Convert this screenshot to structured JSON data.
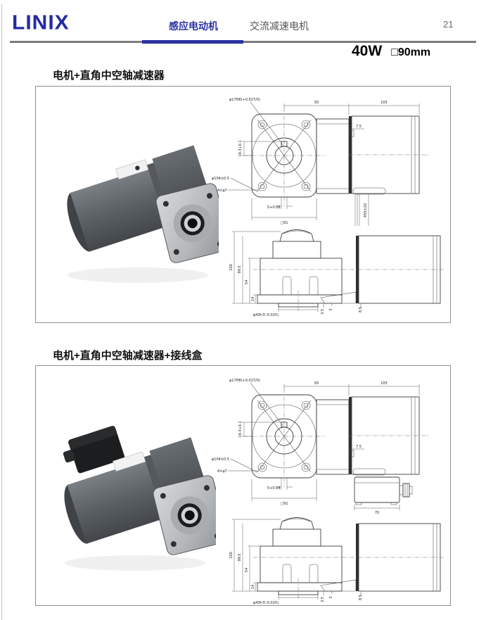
{
  "header": {
    "brand": "LINIX",
    "tabs": [
      {
        "label": "感应电动机",
        "active": true
      },
      {
        "label": "交流减速电机",
        "active": false
      }
    ],
    "page_number": "21",
    "spec_power": "40W",
    "spec_frame": "□90mm"
  },
  "sections": [
    {
      "title": "电机+直角中空轴减速器"
    },
    {
      "title": "电机+直角中空轴减速器+接线盒"
    }
  ],
  "dims": {
    "bore": "φ17H8(+0.027/0)",
    "keyway_depth": "19.3+0.1",
    "bolt_circle": "φ104±0.5",
    "mount_holes": "4×φ7",
    "keyway_width": "5+0.08",
    "square_size": "□91",
    "gearhead_length": "93",
    "motor_length": "105",
    "lead_offset": "7.5",
    "lead_length": "450±20",
    "total_height": "100",
    "body_height": "99.5",
    "block_height": "54",
    "flange_height": "14",
    "pilot_diameter": "φ40h7(-0.025)",
    "boss_step_1": "3.5",
    "boss_step_2": "3",
    "clearance": "8.5",
    "terminal_box_width": "70"
  },
  "colors": {
    "accent_blue": "#2a32a4",
    "rule_gray": "#7c7c7c"
  }
}
